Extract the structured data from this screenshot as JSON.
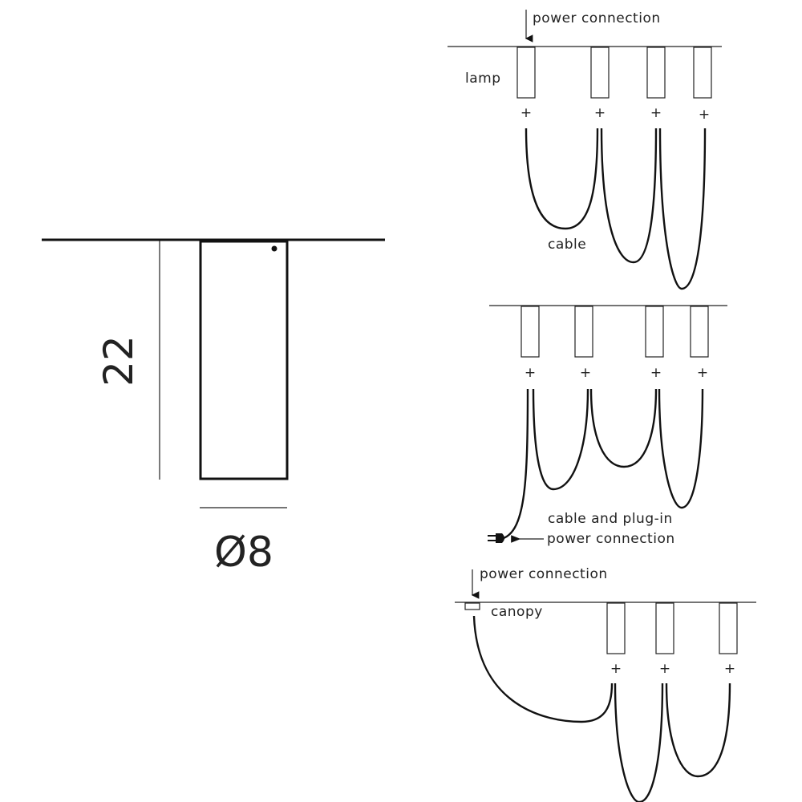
{
  "dimensions": {
    "height": "22",
    "diameter": "Ø8"
  },
  "config1": {
    "power_connection": "power connection",
    "lamp": "lamp",
    "cable": "cable",
    "plus": "+"
  },
  "config2": {
    "cable_plug_line1": "cable and plug-in",
    "cable_plug_line2": "power connection",
    "plus": "+"
  },
  "config3": {
    "power_connection": "power connection",
    "canopy": "canopy",
    "plus": "+"
  }
}
